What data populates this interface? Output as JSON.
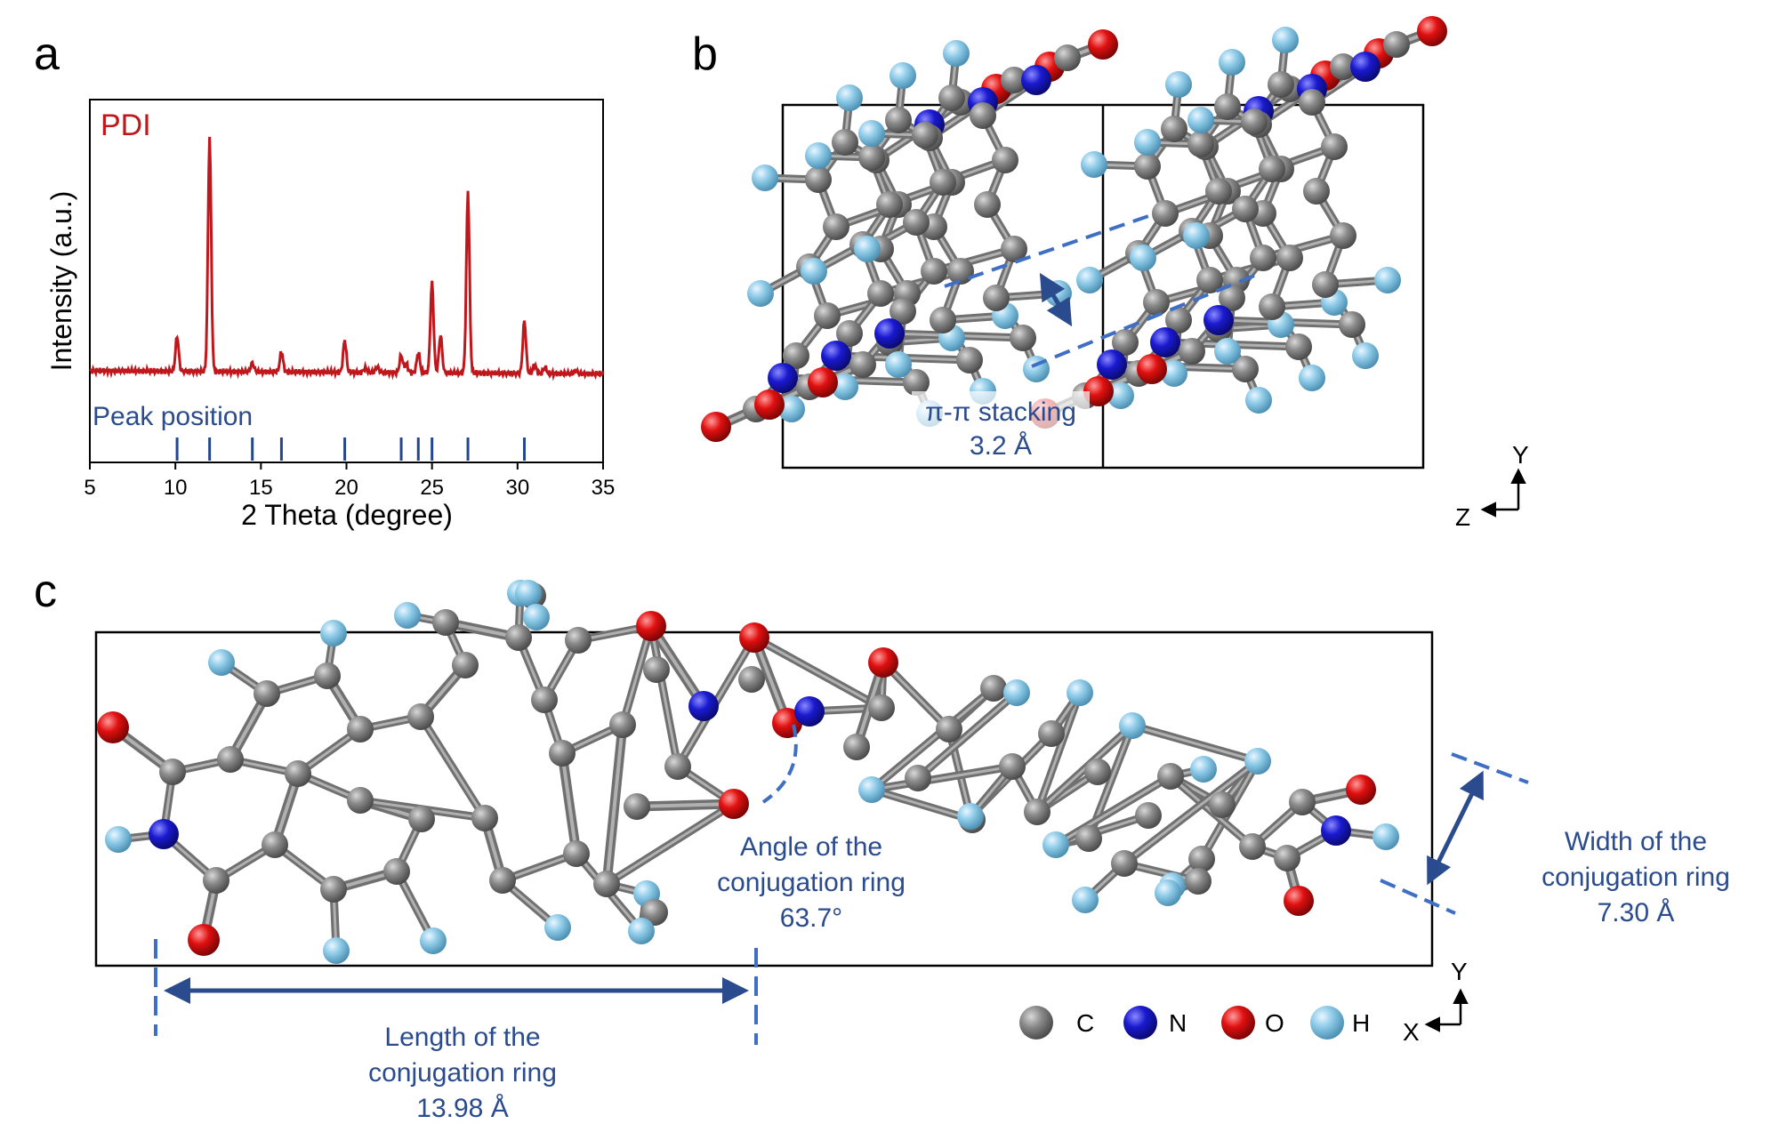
{
  "panel_a": {
    "label": "a",
    "chart_data": {
      "type": "line",
      "title": "",
      "xlabel": "2 Theta (degree)",
      "ylabel": "Intensity (a.u.)",
      "xlim": [
        5,
        35
      ],
      "xticks": [
        "5",
        "10",
        "15",
        "20",
        "25",
        "30",
        "35"
      ],
      "series": [
        {
          "name": "PDI",
          "color": "#c0171c",
          "baseline": 0.07,
          "peaks": [
            {
              "x": 10.1,
              "h": 0.12
            },
            {
              "x": 12.0,
              "h": 0.8
            },
            {
              "x": 14.5,
              "h": 0.03
            },
            {
              "x": 16.2,
              "h": 0.07
            },
            {
              "x": 19.9,
              "h": 0.11
            },
            {
              "x": 21.1,
              "h": 0.015
            },
            {
              "x": 21.8,
              "h": 0.02
            },
            {
              "x": 23.2,
              "h": 0.06
            },
            {
              "x": 23.5,
              "h": 0.03
            },
            {
              "x": 24.2,
              "h": 0.07
            },
            {
              "x": 25.0,
              "h": 0.31
            },
            {
              "x": 25.5,
              "h": 0.13
            },
            {
              "x": 27.1,
              "h": 0.62
            },
            {
              "x": 30.4,
              "h": 0.18
            },
            {
              "x": 31.0,
              "h": 0.03
            },
            {
              "x": 31.6,
              "h": 0.02
            },
            {
              "x": 33.4,
              "h": 0.01
            }
          ]
        }
      ],
      "reference": {
        "name": "Peak position",
        "color": "#24468c",
        "x": [
          10.1,
          12.0,
          14.5,
          16.2,
          19.9,
          23.2,
          24.2,
          25.0,
          27.1,
          30.4
        ]
      }
    }
  },
  "panel_b": {
    "label": "b",
    "annotation_line1": "π-π stacking",
    "annotation_line2": "3.2 Å",
    "axis_y": "Y",
    "axis_z": "Z"
  },
  "panel_c": {
    "label": "c",
    "length_line1": "Length of the",
    "length_line2": "conjugation ring",
    "length_line3": "13.98  Å",
    "angle_line1": "Angle of the",
    "angle_line2": "conjugation ring",
    "angle_line3": "63.7°",
    "width_line1": "Width of the",
    "width_line2": "conjugation ring",
    "width_line3": "7.30  Å",
    "axis_y": "Y",
    "axis_x": "X",
    "legend": [
      {
        "label": "C",
        "color": "#808080"
      },
      {
        "label": "N",
        "color": "#1a1ad0"
      },
      {
        "label": "O",
        "color": "#e01010"
      },
      {
        "label": "H",
        "color": "#8ecbe8"
      }
    ]
  },
  "colors": {
    "carbon": "#808080",
    "nitrogen": "#1a1ad0",
    "oxygen": "#e01010",
    "hydrogen": "#8ecbe8",
    "annotation": "#2a4b8d",
    "dashed": "#3f6fc4"
  }
}
